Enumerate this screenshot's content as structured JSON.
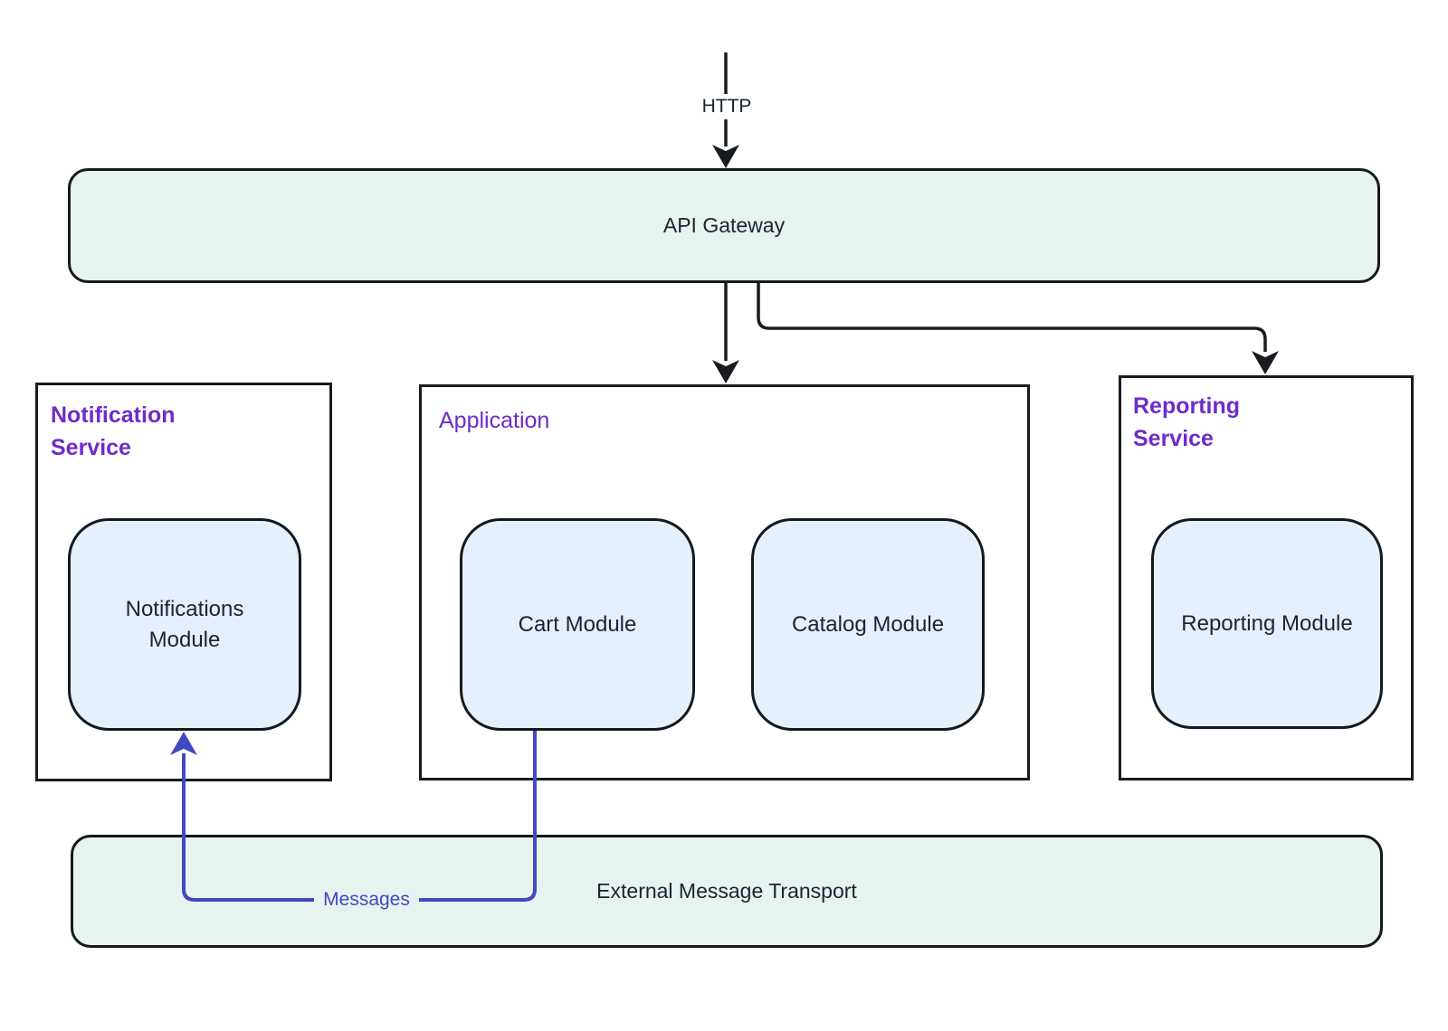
{
  "diagram": {
    "edges": {
      "http_label": "HTTP",
      "messages_label": "Messages"
    },
    "nodes": {
      "api_gateway": "API Gateway",
      "notifications_module": "Notifications Module",
      "cart_module": "Cart Module",
      "catalog_module": "Catalog Module",
      "reporting_module": "Reporting Module",
      "external_message_transport": "External Message Transport"
    },
    "groups": {
      "notification_service": "Notification Service",
      "application": "Application",
      "reporting_service": "Reporting Service"
    },
    "colors": {
      "group_label_purple": "#6e2cc7",
      "message_edge_blue": "#4149c0",
      "node_fill_mint": "#e6f3ee",
      "node_fill_light_blue": "#e4f0fb",
      "edge_black": "#181b1f",
      "node_text_dark": "#1b2430"
    }
  }
}
